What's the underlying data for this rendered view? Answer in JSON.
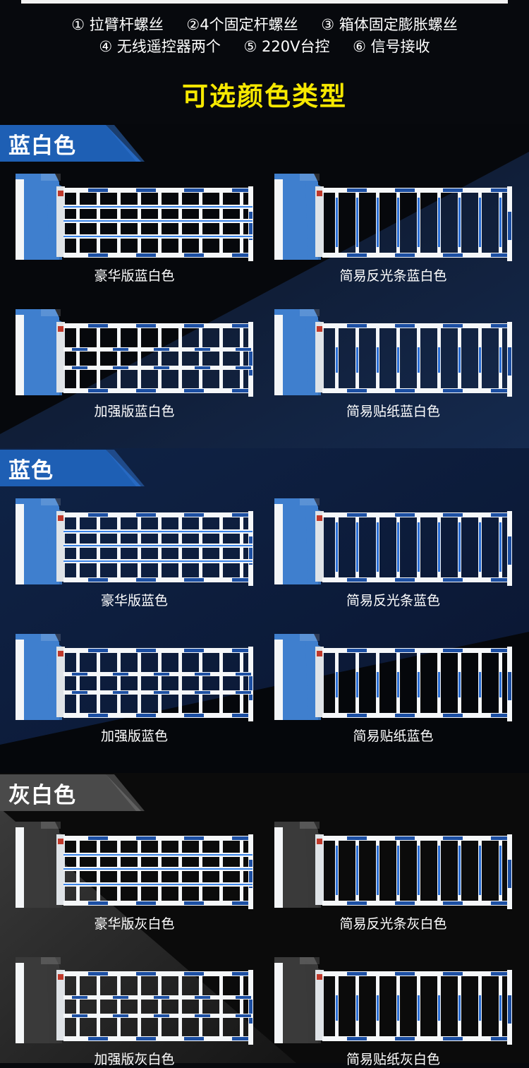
{
  "parts": {
    "row1": [
      "① 拉臂杆螺丝",
      "②4个固定杆螺丝",
      "③ 箱体固定膨胀螺丝"
    ],
    "row2": [
      "④ 无线遥控器两个",
      "⑤ 220V台控",
      "⑥ 信号接收"
    ]
  },
  "title": "可选颜色类型",
  "sections": [
    {
      "label": "蓝白色",
      "cabinet_color": "#3f7fce",
      "items": [
        "豪华版蓝白色",
        "简易反光条蓝白色",
        "加强版蓝白色",
        "简易贴纸蓝白色"
      ]
    },
    {
      "label": "蓝色",
      "cabinet_color": "#3f7fce",
      "items": [
        "豪华版蓝色",
        "简易反光条蓝色",
        "加强版蓝色",
        "简易贴纸蓝色"
      ]
    },
    {
      "label": "灰白色",
      "cabinet_color": "#3a3a3a",
      "items": [
        "豪华版灰白色",
        "简易反光条灰白色",
        "加强版灰白色",
        "简易贴纸灰白色"
      ]
    }
  ],
  "colors": {
    "title_yellow": "#f6e800",
    "accent_blue": "#1c4fa3",
    "label_blue": "#1e5fb4",
    "label_gray": "#4a4a4a"
  }
}
